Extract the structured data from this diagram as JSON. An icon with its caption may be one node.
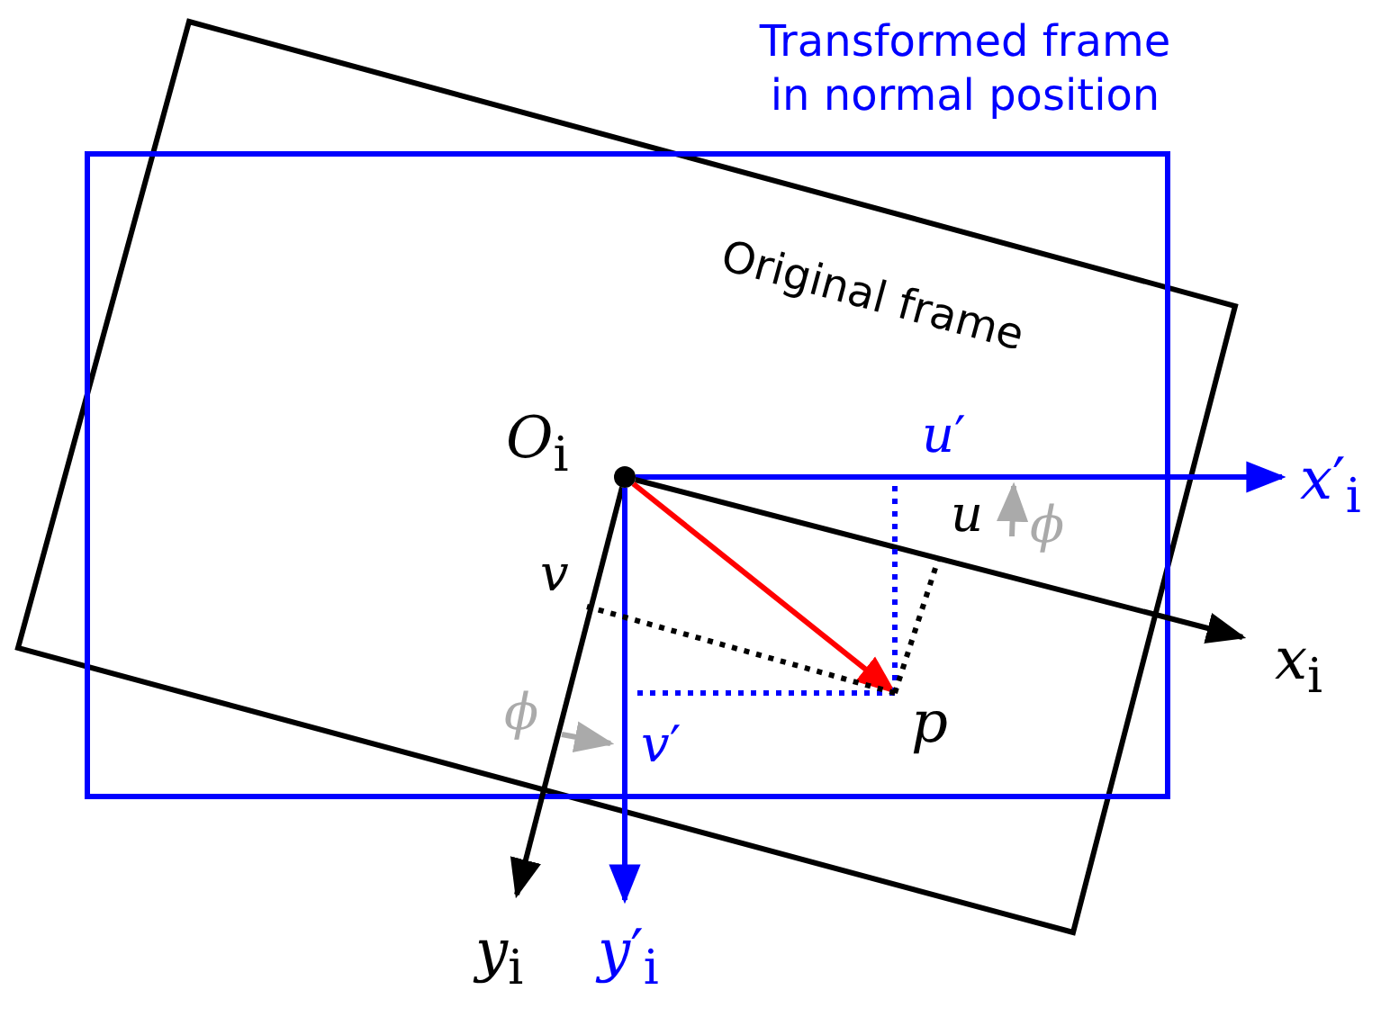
{
  "diagram": {
    "nodes": [
      {
        "text": [],
        "shape": "circle",
        "beside": [
          "*O*$_{i}$"
        ]
      },
      {
        "text": [
          "*x*$_{i}$"
        ]
      },
      {
        "text": [
          "*y*$_{i}$"
        ]
      },
      {
        "text": [
          "*x*′$_{i}$"
        ]
      },
      {
        "text": [
          "*y*′$_{i}$"
        ]
      },
      {
        "text": [
          "*p*"
        ]
      }
    ],
    "edges": [
      {
        "from": 0,
        "to": 3,
        "arrow": "to",
        "color": "#0000ff"
      },
      {
        "from": 0,
        "to": 1,
        "arrow": "to",
        "color": "#000000"
      },
      {
        "from": 0,
        "to": 2,
        "arrow": "to",
        "color": "#000000"
      },
      {
        "from": 0,
        "to": 4,
        "arrow": "to",
        "color": "#0000ff"
      },
      {
        "from": 0,
        "to": 5,
        "arrow": "to",
        "color": "#ff0000"
      },
      {
        "from": 5,
        "to": null,
        "arrow": "none",
        "style": "dashed",
        "color": "#0000ff"
      },
      {
        "from": 5,
        "to": null,
        "arrow": "none",
        "style": "dashed",
        "color": "#0000ff"
      },
      {
        "from": 5,
        "to": null,
        "arrow": "none",
        "style": "dashed",
        "color": "#000000"
      },
      {
        "from": 5,
        "to": null,
        "arrow": "none",
        "style": "dashed",
        "color": "#000000"
      }
    ],
    "labels": [
      "Transformed frame in normal position",
      "Original frame",
      "*u*′",
      "*u*",
      "*ϕ*",
      "*v*",
      "*ϕ*",
      "*v*′"
    ]
  }
}
